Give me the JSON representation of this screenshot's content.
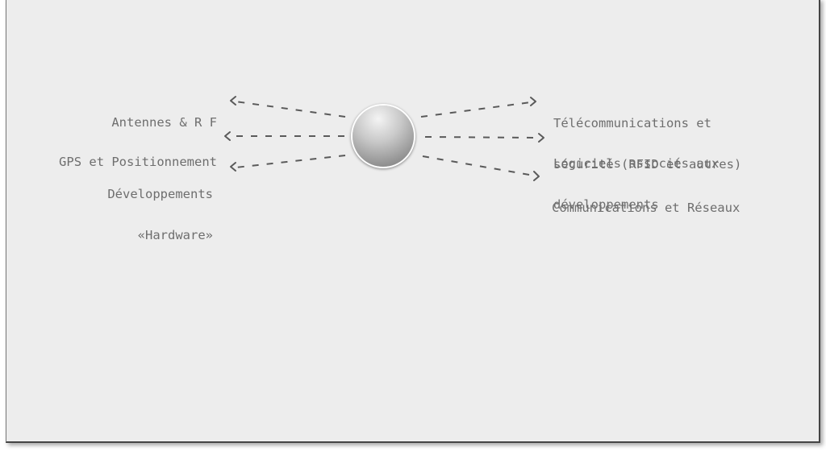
{
  "diagram": {
    "left_topics": [
      {
        "lines": [
          "Antennes & R F"
        ]
      },
      {
        "lines": [
          "GPS et Positionnement"
        ]
      },
      {
        "lines": [
          "Développements",
          "«Hardware»"
        ]
      }
    ],
    "right_topics": [
      {
        "lines": [
          "Télécommunications et",
          "sécurité (RFID et autres)"
        ]
      },
      {
        "lines": [
          "Logiciels associés aux",
          "développements"
        ]
      },
      {
        "lines": [
          "Communications et Réseaux"
        ]
      }
    ],
    "colors": {
      "panel": "#ededed",
      "text": "#6e6e6e",
      "connector": "#5a5a5a"
    }
  }
}
